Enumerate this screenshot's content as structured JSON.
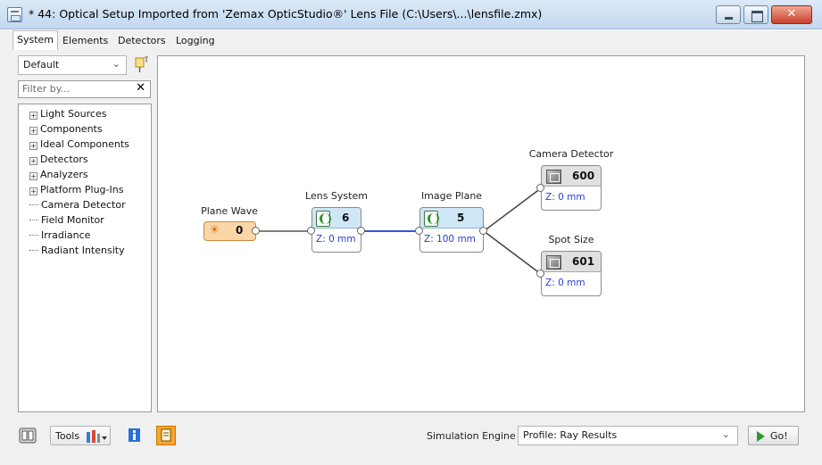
{
  "window": {
    "title": "* 44: Optical Setup Imported from 'Zemax OpticStudio®' Lens File (C:\\Users\\...\\lensfile.zmx)",
    "close_glyph": "✕"
  },
  "tabs": [
    "System",
    "Elements",
    "Detectors",
    "Logging"
  ],
  "sidebar": {
    "view_select": "Default",
    "filter_placeholder": "Filter by...",
    "clear_glyph": "✕",
    "tree": [
      {
        "label": "Light Sources",
        "expandable": true
      },
      {
        "label": "Components",
        "expandable": true
      },
      {
        "label": "Ideal Components",
        "expandable": true
      },
      {
        "label": "Detectors",
        "expandable": true
      },
      {
        "label": "Analyzers",
        "expandable": true
      },
      {
        "label": "Platform Plug-Ins",
        "expandable": true
      },
      {
        "label": "Camera Detector",
        "expandable": false
      },
      {
        "label": "Field Monitor",
        "expandable": false
      },
      {
        "label": "Irradiance",
        "expandable": false
      },
      {
        "label": "Radiant Intensity",
        "expandable": false
      }
    ]
  },
  "diagram": {
    "nodes": [
      {
        "title": "Plane Wave",
        "number": "0",
        "z": "",
        "icon": "sun-icon"
      },
      {
        "title": "Lens System",
        "number": "6",
        "z": "Z: 0 mm",
        "icon": "lens-icon"
      },
      {
        "title": "Image Plane",
        "number": "5",
        "z": "Z: 100 mm",
        "icon": "lens-icon"
      },
      {
        "title": "Camera Detector",
        "number": "600",
        "z": "Z: 0 mm",
        "icon": "camera-icon"
      },
      {
        "title": "Spot Size",
        "number": "601",
        "z": "Z: 0 mm",
        "icon": "camera-icon"
      }
    ]
  },
  "statusbar": {
    "tools_label": "Tools",
    "engine_label": "Simulation Engine",
    "engine_value": "Profile: Ray Results",
    "go_label": "Go!"
  },
  "colors": {
    "plane_wave_node": "#fbd6a8",
    "lens_node": "#cfe6f7",
    "detector_node": "#e0e0e0",
    "z_text": "#2a3fd0",
    "beam_link": "#3a4fe0"
  }
}
